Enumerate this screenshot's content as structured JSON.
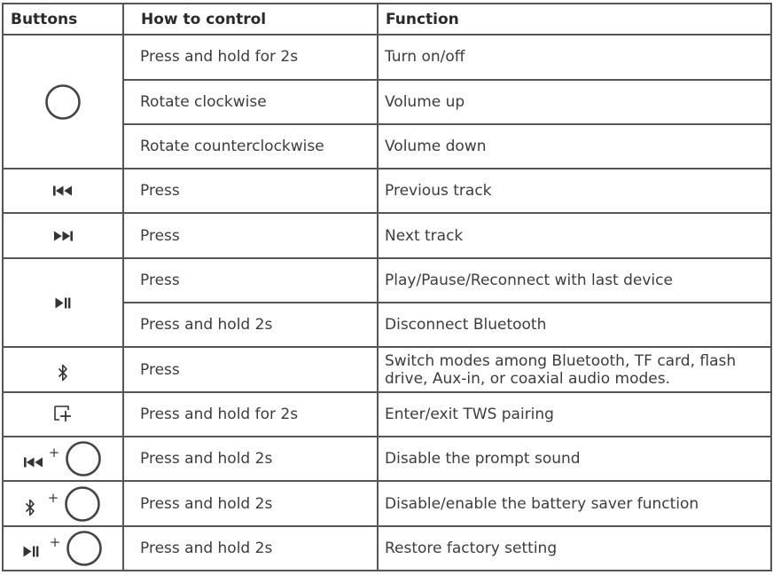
{
  "headers": {
    "buttons": "Buttons",
    "control": "How to control",
    "function": "Function"
  },
  "rows": [
    {
      "control": "Press and hold for 2s",
      "function": "Turn on/off"
    },
    {
      "control": "Rotate clockwise",
      "function": "Volume up"
    },
    {
      "control": "Rotate counterclockwise",
      "function": "Volume down"
    },
    {
      "control": "Press",
      "function": "Previous track"
    },
    {
      "control": "Press",
      "function": "Next track"
    },
    {
      "control": "Press",
      "function": "Play/Pause/Reconnect with last device"
    },
    {
      "control": "Press and hold 2s",
      "function": "Disconnect Bluetooth"
    },
    {
      "control": "Press",
      "function": "Switch modes among Bluetooth, TF card, flash drive, Aux-in, or coaxial audio modes."
    },
    {
      "control": "Press and hold for 2s",
      "function": "Enter/exit TWS pairing"
    },
    {
      "control": "Press and hold 2s",
      "function": "Disable the prompt sound"
    },
    {
      "control": "Press and hold 2s",
      "function": "Disable/enable the battery saver function"
    },
    {
      "control": "Press and hold 2s",
      "function": "Restore factory setting"
    }
  ],
  "combo_plus": "+",
  "icons": {
    "knob": "knob-circle-icon",
    "previous": "previous-track-icon",
    "next": "next-track-icon",
    "play_pause": "play-pause-icon",
    "bluetooth": "bluetooth-icon",
    "tws": "tws-pairing-icon"
  }
}
